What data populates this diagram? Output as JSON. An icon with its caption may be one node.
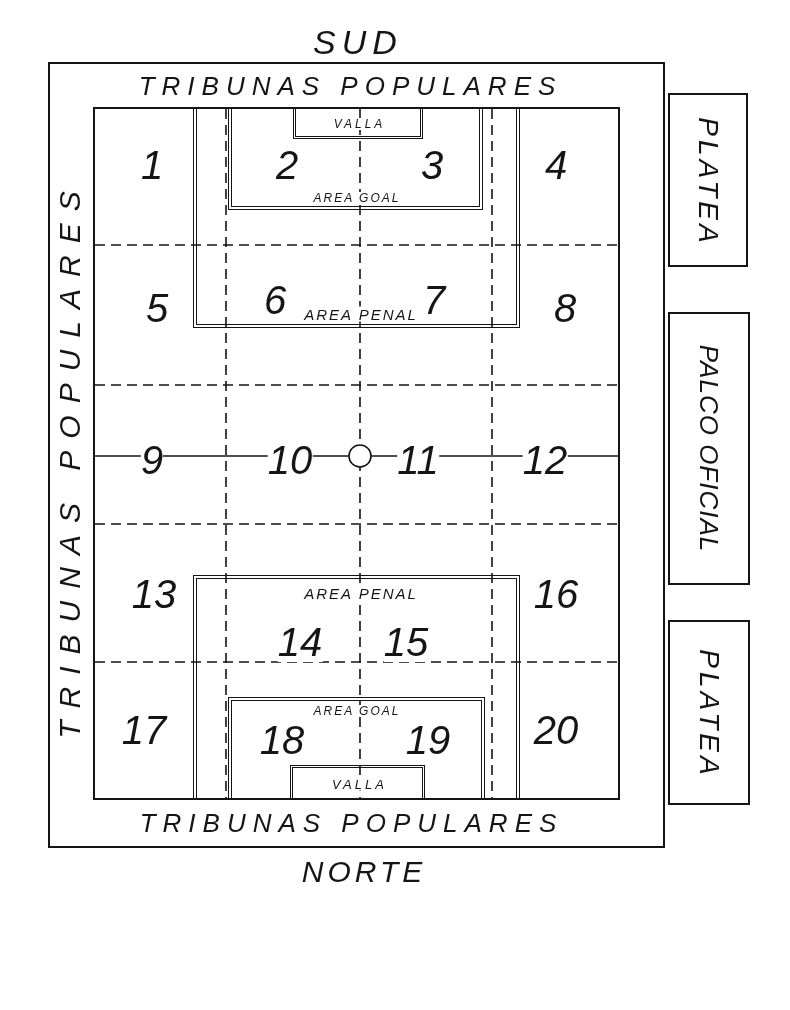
{
  "diagram": {
    "nodes": [
      {
        "text": [
          "TRIBUNAS POPULARES",
          "TRIBUNAS POPULARES",
          "TRIBUNAS POPULARES"
        ]
      },
      {
        "text": [],
        "shape": "box",
        "in": 0
      },
      {
        "text": [
          "AREA PENAL"
        ],
        "in": 1
      },
      {
        "text": [
          "AREA GOAL"
        ],
        "in": 2
      },
      {
        "text": [
          "VALLA"
        ],
        "in": 3
      },
      {
        "text": [
          "AREA PENAL"
        ],
        "in": 1
      },
      {
        "text": [
          "AREA GOAL"
        ],
        "in": 5
      },
      {
        "text": [
          "VALLA"
        ],
        "in": 6
      },
      {
        "text": [
          "PLATEA"
        ]
      },
      {
        "text": [
          "PALCO OFICIAL"
        ]
      },
      {
        "text": [
          "PLATEA"
        ]
      }
    ],
    "labels": [
      "SUD",
      "1",
      "2",
      "3",
      "4",
      "5",
      "6",
      "7",
      "8",
      "9",
      "10",
      "11",
      "12",
      "13",
      "14",
      "15",
      "16",
      "17",
      "18",
      "19",
      "20",
      "NORTE"
    ]
  }
}
